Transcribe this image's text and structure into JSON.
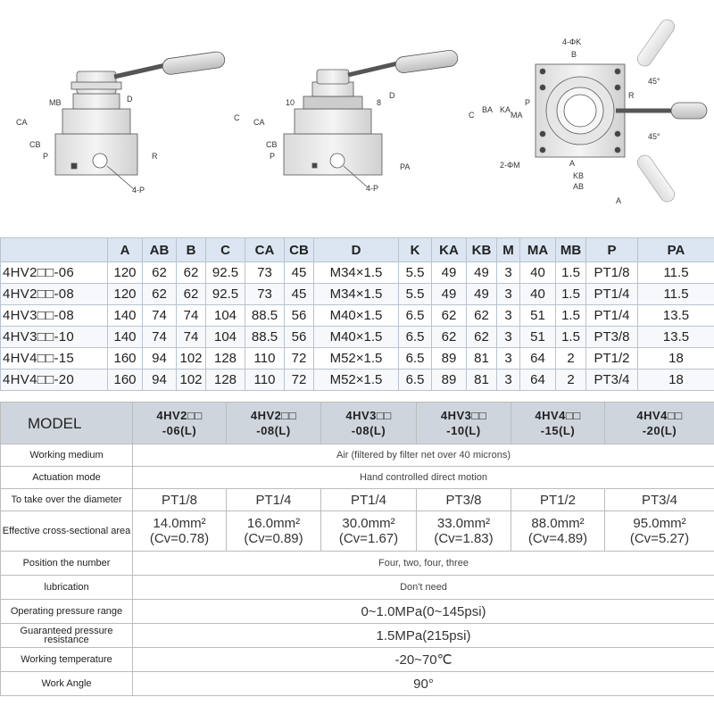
{
  "drawings": {
    "side_view": {
      "labels": [
        "CA",
        "CB",
        "MB",
        "D",
        "P",
        "R",
        "4-P"
      ]
    },
    "front_view": {
      "labels": [
        "CA",
        "CB",
        "C",
        "10",
        "8",
        "D",
        "P",
        "PA",
        "4-P"
      ]
    },
    "top_view": {
      "labels": [
        "4-ΦK",
        "B",
        "BA",
        "KA",
        "MA",
        "P",
        "C",
        "45°",
        "45°",
        "R",
        "2-ΦM",
        "A",
        "KB",
        "AB",
        "A"
      ]
    }
  },
  "dim_table": {
    "headers": [
      "",
      "A",
      "AB",
      "B",
      "C",
      "CA",
      "CB",
      "D",
      "K",
      "KA",
      "KB",
      "M",
      "MA",
      "MB",
      "P",
      "PA"
    ],
    "rows": [
      [
        "4HV2□□-06",
        "120",
        "62",
        "62",
        "92.5",
        "73",
        "45",
        "M34×1.5",
        "5.5",
        "49",
        "49",
        "3",
        "40",
        "1.5",
        "PT1/8",
        "11.5"
      ],
      [
        "4HV2□□-08",
        "120",
        "62",
        "62",
        "92.5",
        "73",
        "45",
        "M34×1.5",
        "5.5",
        "49",
        "49",
        "3",
        "40",
        "1.5",
        "PT1/4",
        "11.5"
      ],
      [
        "4HV3□□-08",
        "140",
        "74",
        "74",
        "104",
        "88.5",
        "56",
        "M40×1.5",
        "6.5",
        "62",
        "62",
        "3",
        "51",
        "1.5",
        "PT1/4",
        "13.5"
      ],
      [
        "4HV3□□-10",
        "140",
        "74",
        "74",
        "104",
        "88.5",
        "56",
        "M40×1.5",
        "6.5",
        "62",
        "62",
        "3",
        "51",
        "1.5",
        "PT3/8",
        "13.5"
      ],
      [
        "4HV4□□-15",
        "160",
        "94",
        "102",
        "128",
        "110",
        "72",
        "M52×1.5",
        "6.5",
        "89",
        "81",
        "3",
        "64",
        "2",
        "PT1/2",
        "18"
      ],
      [
        "4HV4□□-20",
        "160",
        "94",
        "102",
        "128",
        "110",
        "72",
        "M52×1.5",
        "6.5",
        "89",
        "81",
        "3",
        "64",
        "2",
        "PT3/4",
        "18"
      ]
    ]
  },
  "spec_table": {
    "model_label": "MODEL",
    "models": [
      {
        "line1": "4HV2□□",
        "line2": "-06(L)"
      },
      {
        "line1": "4HV2□□",
        "line2": "-08(L)"
      },
      {
        "line1": "4HV3□□",
        "line2": "-08(L)"
      },
      {
        "line1": "4HV3□□",
        "line2": "-10(L)"
      },
      {
        "line1": "4HV4□□",
        "line2": "-15(L)"
      },
      {
        "line1": "4HV4□□",
        "line2": "-20(L)"
      }
    ],
    "working_medium": {
      "label": "Working medium",
      "value": "Air (filtered by filter net over 40 microns)"
    },
    "actuation_mode": {
      "label": "Actuation mode",
      "value": "Hand controlled direct motion"
    },
    "diameter": {
      "label": "To take over the diameter",
      "values": [
        "PT1/8",
        "PT1/4",
        "PT1/4",
        "PT3/8",
        "PT1/2",
        "PT3/4"
      ]
    },
    "effective_area": {
      "label": "Effective cross-sectional area",
      "values": [
        {
          "area": "14.0mm²",
          "cv": "(Cv=0.78)"
        },
        {
          "area": "16.0mm²",
          "cv": "(Cv=0.89)"
        },
        {
          "area": "30.0mm²",
          "cv": "(Cv=1.67)"
        },
        {
          "area": "33.0mm²",
          "cv": "(Cv=1.83)"
        },
        {
          "area": "88.0mm²",
          "cv": "(Cv=4.89)"
        },
        {
          "area": "95.0mm²",
          "cv": "(Cv=5.27)"
        }
      ]
    },
    "position_number": {
      "label": "Position the number",
      "value": "Four, two, four, three"
    },
    "lubrication": {
      "label": "lubrication",
      "value": "Don't need"
    },
    "operating_pressure": {
      "label": "Operating pressure range",
      "value": "0~1.0MPa(0~145psi)"
    },
    "guaranteed_pressure": {
      "label": "Guaranteed pressure resistance",
      "value": "1.5MPa(215psi)"
    },
    "working_temperature": {
      "label": "Working temperature",
      "value": "-20~70℃"
    },
    "work_angle": {
      "label": "Work Angle",
      "value": "90°"
    }
  }
}
